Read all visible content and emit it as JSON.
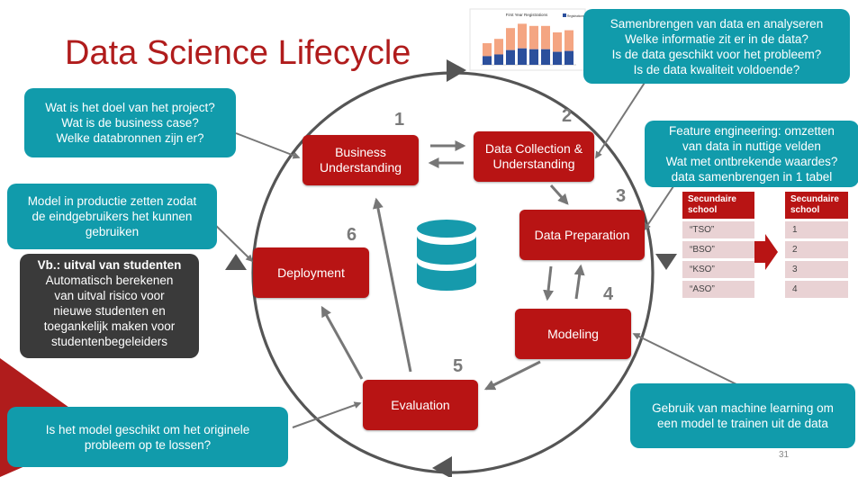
{
  "title": "Data Science Lifecycle",
  "steps": [
    {
      "number": "1",
      "label": "Business Understanding"
    },
    {
      "number": "2",
      "label": "Data Collection & Understanding"
    },
    {
      "number": "3",
      "label": "Data Preparation"
    },
    {
      "number": "4",
      "label": "Modeling"
    },
    {
      "number": "5",
      "label": "Evaluation"
    },
    {
      "number": "6",
      "label": "Deployment"
    }
  ],
  "callouts": {
    "business": [
      "Wat is het doel van het project?",
      "Wat is de business case?",
      "Welke databronnen zijn er?"
    ],
    "collection": [
      "Samenbrengen van data en analyseren",
      "Welke informatie zit er in de data?",
      "Is de data geschikt voor het probleem?",
      "Is de data kwaliteit voldoende?"
    ],
    "preparation": [
      "Feature engineering: omzetten",
      "van data in nuttige velden",
      "Wat met ontbrekende waardes?",
      "data samenbrengen in 1 tabel"
    ],
    "deployment": [
      "Model in productie zetten zodat",
      "de eindgebruikers het kunnen",
      "gebruiken"
    ],
    "modeling": [
      "Gebruik van machine learning om",
      "een model te trainen uit de data"
    ],
    "evaluation": [
      "Is het model geschikt om het originele",
      "probleem op te lossen?"
    ]
  },
  "example": {
    "heading": "Vb.: uitval van studenten",
    "lines": [
      "Automatisch berekenen",
      "van uitval risico voor",
      "nieuwe studenten en",
      "toegankelijk maken voor",
      "studentenbegeleiders"
    ]
  },
  "table_before": {
    "header": [
      "Secundaire",
      "school"
    ],
    "rows": [
      "“TSO”",
      "“BSO”",
      "“KSO”",
      "“ASO”"
    ]
  },
  "table_after": {
    "header": [
      "Secundaire",
      "school"
    ],
    "rows": [
      "1",
      "2",
      "3",
      "4"
    ]
  },
  "mini_chart": {
    "title": "First Year Registrations",
    "legend": "Registrations",
    "values": [
      0.5,
      0.6,
      0.85,
      0.95,
      0.9,
      0.9,
      0.75,
      0.8
    ],
    "lower_share": 0.4,
    "colors": {
      "upper": "#f4a582",
      "lower": "#2b4f9c"
    }
  },
  "page_number": "31",
  "colors": {
    "step": "#b81414",
    "callout": "#119bab",
    "dark": "#3a3a3a",
    "title": "#b01c1c",
    "arrow": "#777777"
  }
}
